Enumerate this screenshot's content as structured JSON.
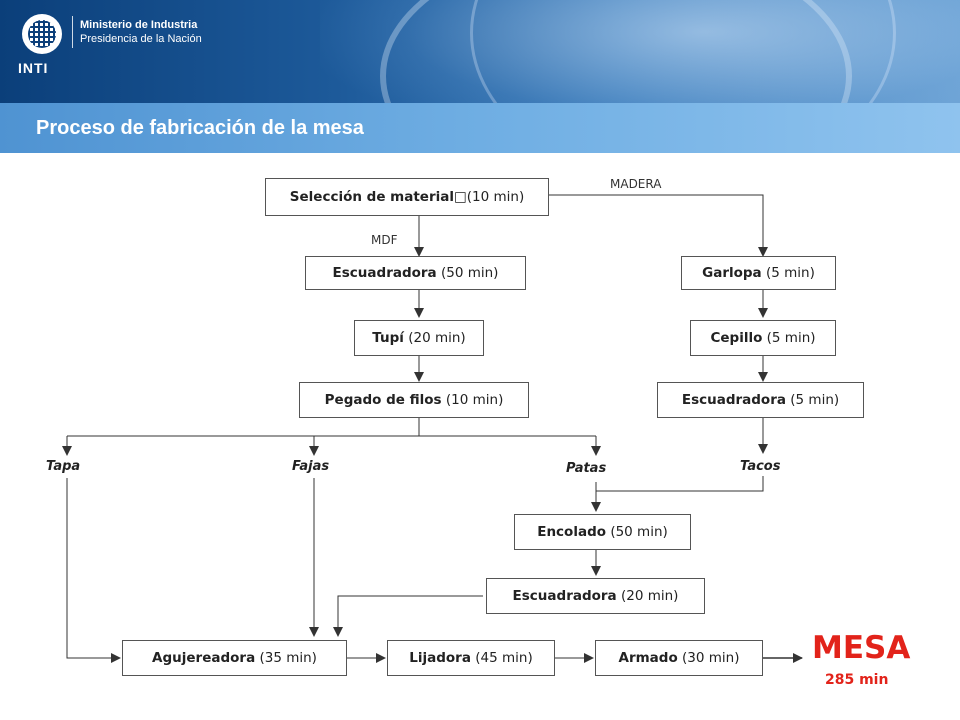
{
  "header": {
    "logo_text": "INTI",
    "ministry_line1": "Ministerio de Industria",
    "ministry_line2": "Presidencia de la Nación",
    "title": "Proceso de fabricación de la mesa"
  },
  "diagram": {
    "seleccion": {
      "name": "Selección de material□",
      "time": "(10 min)"
    },
    "madera_label": "MADERA",
    "mdf_label": "MDF",
    "escuadradora1": {
      "name": "Escuadradora",
      "time": "(50 min)"
    },
    "tupi": {
      "name": "Tupí",
      "time": "(20 min)"
    },
    "pegado": {
      "name": "Pegado de filos",
      "time": "(10 min)"
    },
    "garlopa": {
      "name": "Garlopa",
      "time": "(5 min)"
    },
    "cepillo": {
      "name": "Cepillo",
      "time": "(5 min)"
    },
    "escuadradora2": {
      "name": "Escuadradora",
      "time": "(5 min)"
    },
    "tapa": "Tapa",
    "fajas": "Fajas",
    "patas": "Patas",
    "tacos": "Tacos",
    "encolado": {
      "name": "Encolado",
      "time": "(50 min)"
    },
    "escuadradora3": {
      "name": "Escuadradora",
      "time": "(20 min)"
    },
    "agujereadora": {
      "name": "Agujereadora",
      "time": "(35 min)"
    },
    "lijadora": {
      "name": "Lijadora",
      "time": " (45 min)"
    },
    "armado": {
      "name": "Armado",
      "time": "(30 min)"
    },
    "result": "MESA",
    "total": "285 min"
  }
}
